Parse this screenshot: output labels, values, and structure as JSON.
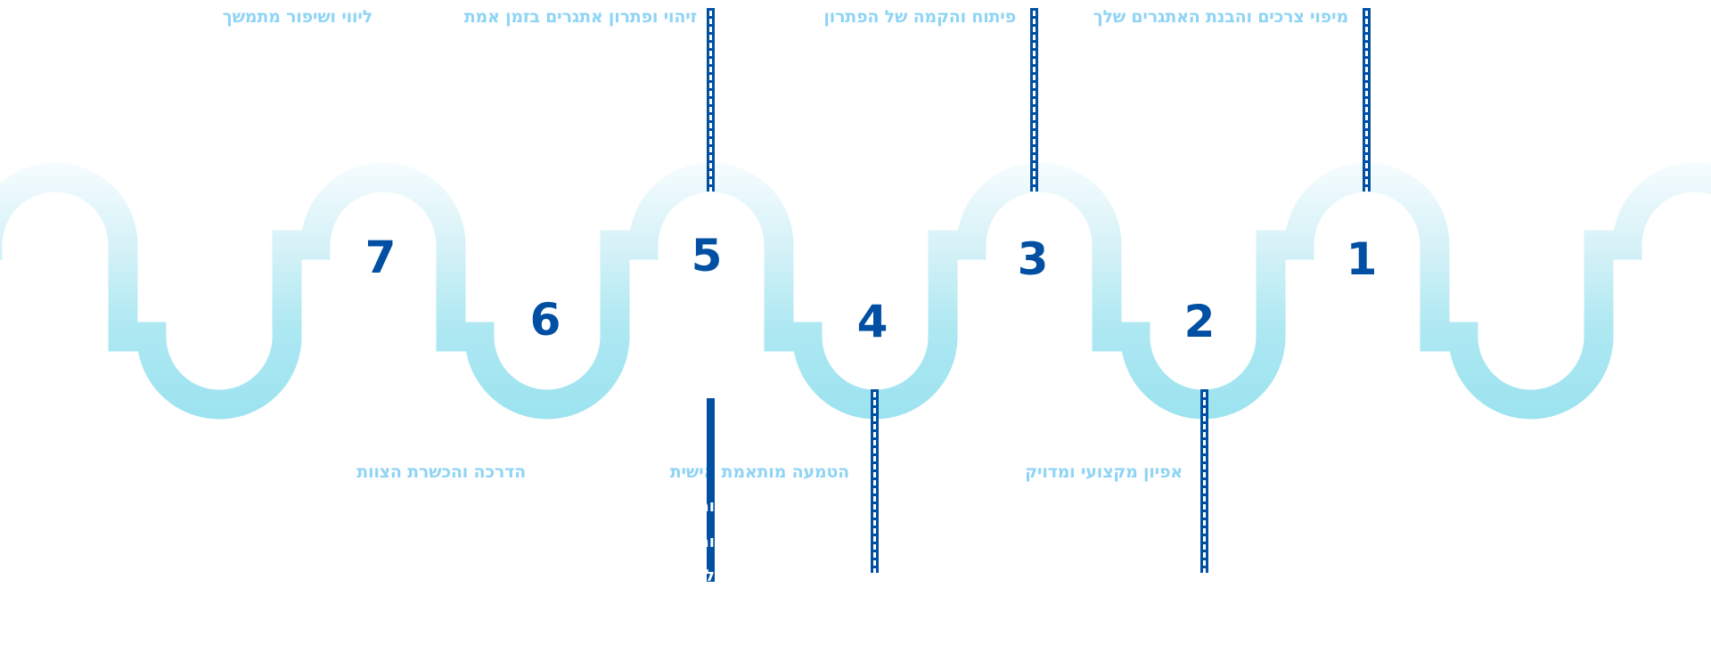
{
  "diagram": {
    "title": "",
    "colors": {
      "accent": "#004fa3",
      "label": "#8fd4f5",
      "wave_top": "#f4fbfe",
      "wave_bottom": "#9ee4f0"
    },
    "steps": [
      {
        "number": "1",
        "label": "מיפוי צרכים והבנת האתגרים שלך",
        "position": "top"
      },
      {
        "number": "2",
        "label": "אפיון מקצועי ומדויק",
        "position": "bottom"
      },
      {
        "number": "3",
        "label": "פיתוח והקמה של הפתרון",
        "position": "top"
      },
      {
        "number": "4",
        "label": "הטמעה מותאמת אישית",
        "position": "bottom"
      },
      {
        "number": "5",
        "label": "זיהוי ופתרון אתגרים בזמן אמת",
        "position": "top"
      },
      {
        "number": "6",
        "label": "הדרכה והכשרת הצוות",
        "position": "bottom"
      },
      {
        "number": "7",
        "label": "ליווי ושיפור מתמשך",
        "position": "top"
      }
    ],
    "overlay_clipped_text": [
      "ומ",
      "ומ",
      "לי"
    ]
  }
}
